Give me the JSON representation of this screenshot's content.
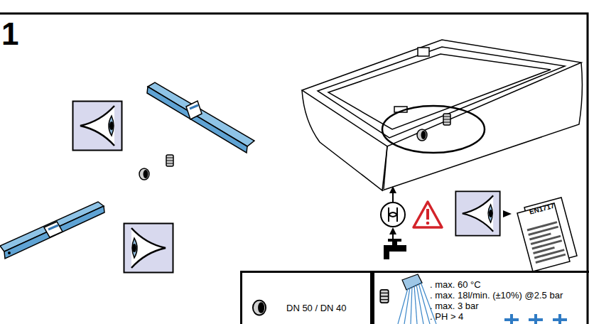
{
  "diagram": {
    "nodes": [
      {
        "text": [
          "DN 50 / DN 40"
        ]
      },
      {
        "text": [
          ". max. 60 °C",
          ". max. 18l/min. (±10%) @2.5 bar",
          ". max. 3 bar",
          ". PH > 4"
        ]
      }
    ],
    "labels": [
      "1",
      "EN1717"
    ]
  }
}
